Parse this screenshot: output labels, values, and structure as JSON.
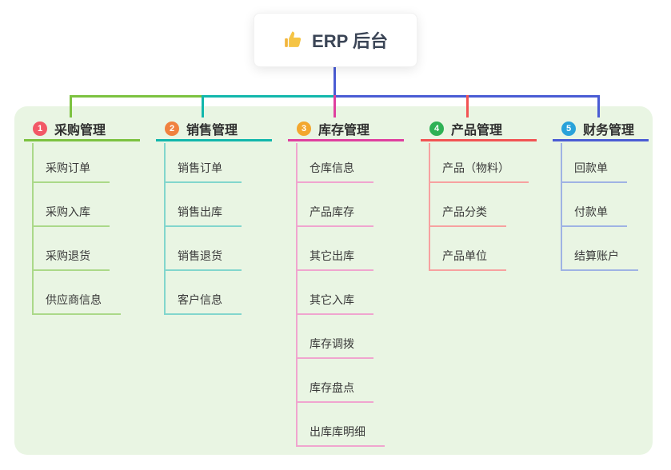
{
  "root": {
    "label": "ERP 后台",
    "icon": "thumbs-up-icon"
  },
  "colors": {
    "panel_bg": "#e9f5e3",
    "root_connector": "#4a5cd4",
    "text": "#3a3a3a",
    "card_bg": "#ffffff"
  },
  "branches": [
    {
      "badge": "1",
      "label": "采购管理",
      "badge_color": "#f25866",
      "line_color": "#7cc240",
      "sub_line_color": "#abd989",
      "items": [
        "采购订单",
        "采购入库",
        "采购退货",
        "供应商信息"
      ]
    },
    {
      "badge": "2",
      "label": "销售管理",
      "badge_color": "#f0813f",
      "line_color": "#12b7ac",
      "sub_line_color": "#82d6cd",
      "items": [
        "销售订单",
        "销售出库",
        "销售退货",
        "客户信息"
      ]
    },
    {
      "badge": "3",
      "label": "库存管理",
      "badge_color": "#f3a72e",
      "line_color": "#df3f9f",
      "sub_line_color": "#f0a5cf",
      "items": [
        "仓库信息",
        "产品库存",
        "其它出库",
        "其它入库",
        "库存调拨",
        "库存盘点",
        "出库库明细"
      ]
    },
    {
      "badge": "4",
      "label": "产品管理",
      "badge_color": "#2fb155",
      "line_color": "#f25353",
      "sub_line_color": "#f7a1a0",
      "items": [
        "产品（物料）",
        "产品分类",
        "产品单位"
      ]
    },
    {
      "badge": "5",
      "label": "财务管理",
      "badge_color": "#29a2da",
      "line_color": "#4a5cd4",
      "sub_line_color": "#9fb3e4",
      "items": [
        "回款单",
        "付款单",
        "结算账户"
      ]
    }
  ]
}
